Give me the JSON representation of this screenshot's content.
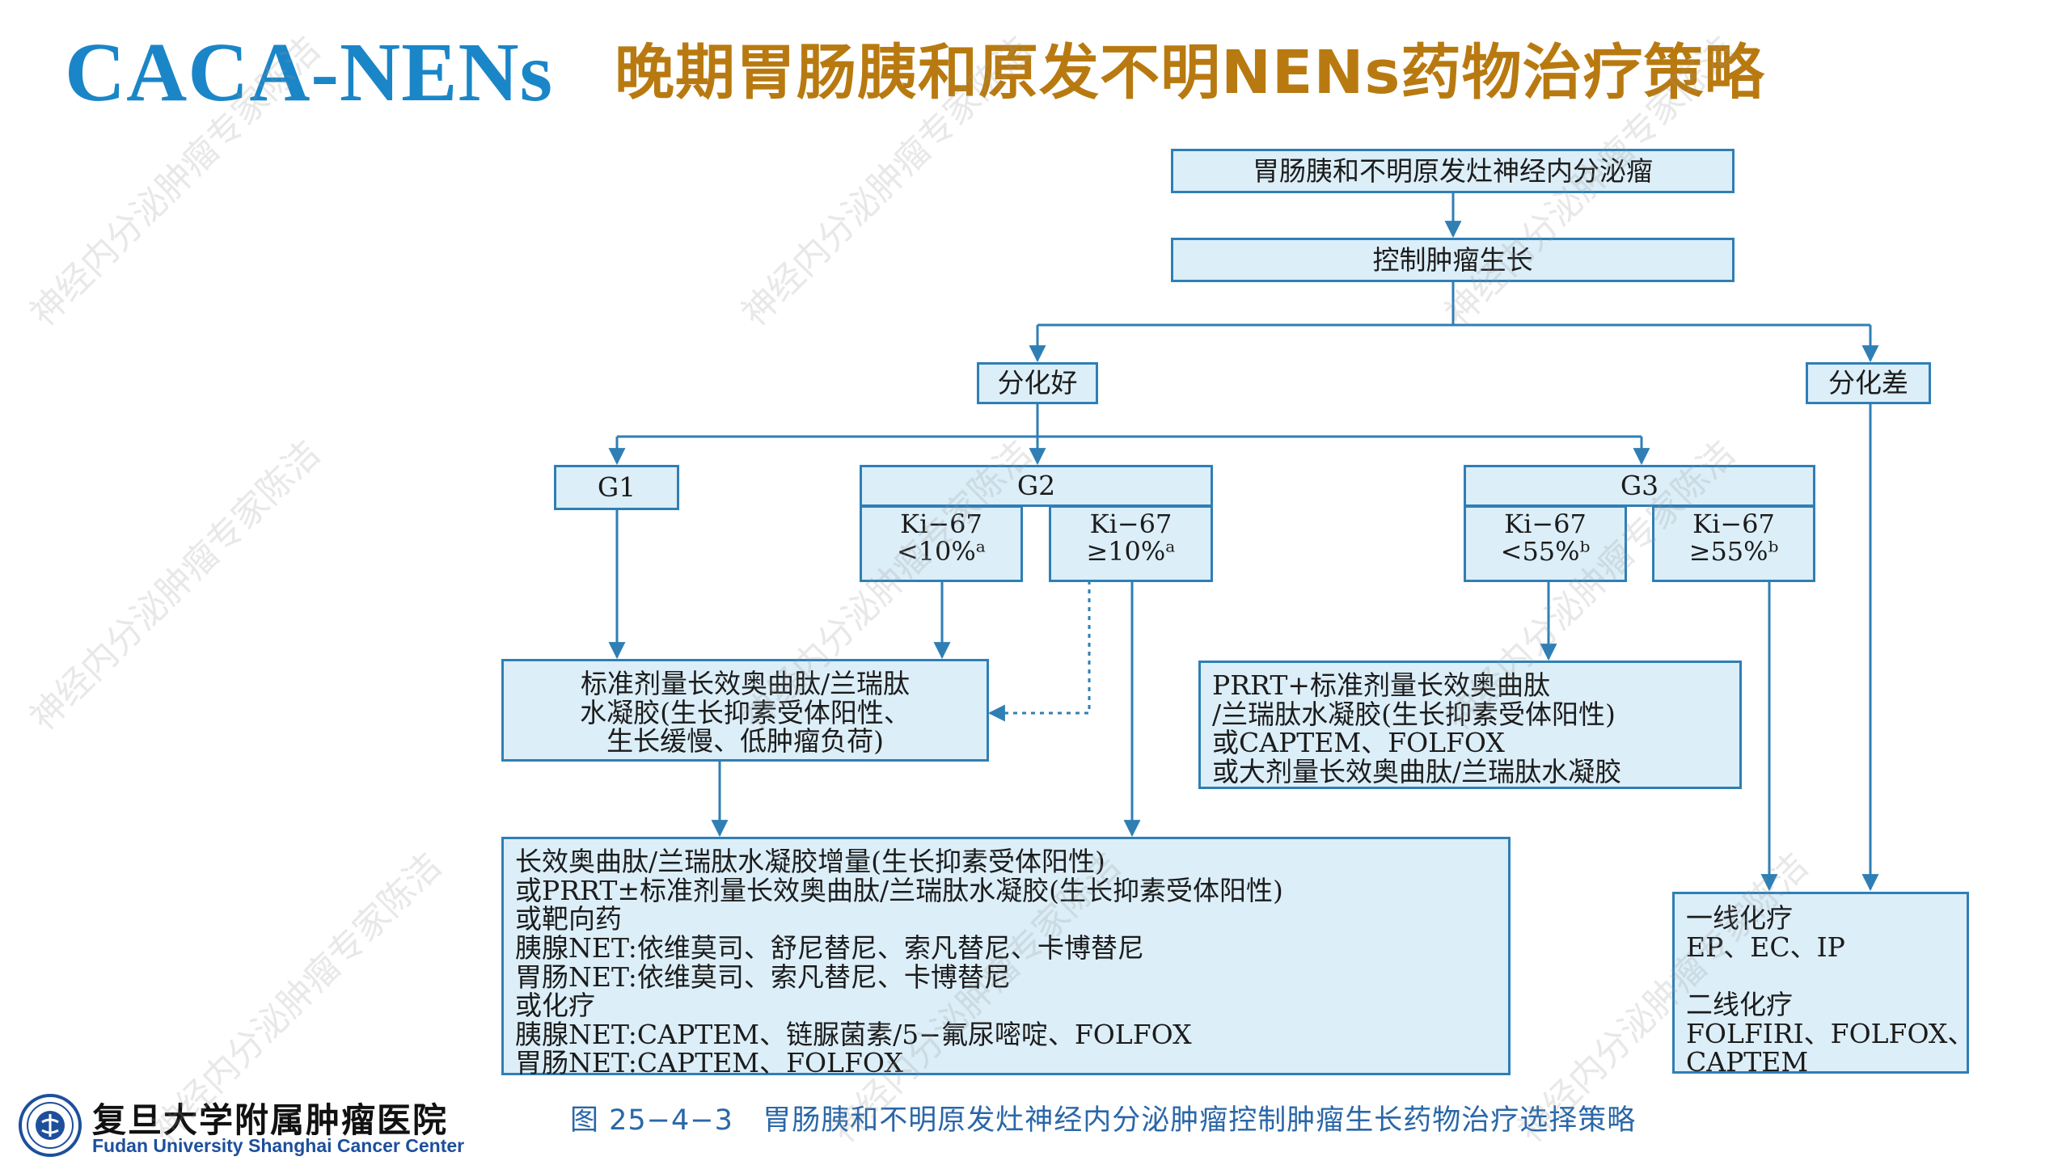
{
  "header": {
    "brand": "CACA-NENs",
    "title": "晚期胃肠胰和原发不明NENs药物治疗策略"
  },
  "flowchart": {
    "root": "胃肠胰和不明原发灶神经内分泌瘤",
    "control": "控制肿瘤生长",
    "well_diff": "分化好",
    "poor_diff": "分化差",
    "g1": "G1",
    "g2": "G2",
    "g3": "G3",
    "g2_low": "Ki−67\n<10%ᵃ",
    "g2_high": "Ki−67\n≥10%ᵃ",
    "g3_low": "Ki−67\n<55%ᵇ",
    "g3_high": "Ki−67\n≥55%ᵇ",
    "ssa_standard": "标准剂量长效奥曲肽/兰瑞肽\n水凝胶(生长抑素受体阳性、\n生长缓慢、低肿瘤负荷)",
    "prrt_box": "PRRT+标准剂量长效奥曲肽\n/兰瑞肽水凝胶(生长抑素受体阳性)\n或CAPTEM、FOLFOX\n或大剂量长效奥曲肽/兰瑞肽水凝胶",
    "escalation_box": "长效奥曲肽/兰瑞肽水凝胶增量(生长抑素受体阳性)\n或PRRT±标准剂量长效奥曲肽/兰瑞肽水凝胶(生长抑素受体阳性)\n或靶向药\n胰腺NET:依维莫司、舒尼替尼、索凡替尼、卡博替尼\n胃肠NET:依维莫司、索凡替尼、卡博替尼\n或化疗\n胰腺NET:CAPTEM、链脲菌素/5−氟尿嘧啶、FOLFOX\n胃肠NET:CAPTEM、FOLFOX",
    "chemo_box": "一线化疗\nEP、EC、IP\n\n二线化疗\nFOLFIRI、FOLFOX、\nCAPTEM"
  },
  "caption": "图 25−4−3   胃肠胰和不明原发灶神经内分泌肿瘤控制肿瘤生长药物治疗选择策略",
  "footer": {
    "logo_cn": "复旦大学附属肿瘤医院",
    "logo_en": "Fudan University Shanghai Cancer Center"
  },
  "watermark": "神经内分泌肿瘤专家陈洁",
  "colors": {
    "brand": "#1a86c8",
    "title": "#b87a10",
    "box_fill": "#dceef8",
    "box_border": "#2f7fb5",
    "caption": "#2a67a8"
  }
}
